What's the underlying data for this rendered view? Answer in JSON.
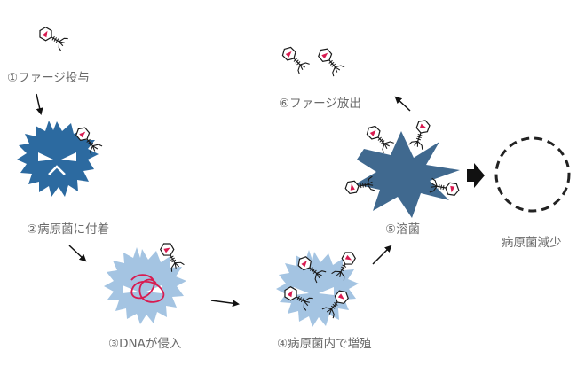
{
  "steps": [
    {
      "id": "step1",
      "label": "①ファージ投与"
    },
    {
      "id": "step2",
      "label": "②病原菌に付着"
    },
    {
      "id": "step3",
      "label": "③DNAが侵入"
    },
    {
      "id": "step4",
      "label": "④病原菌内で増殖"
    },
    {
      "id": "step5",
      "label": "⑤溶菌"
    },
    {
      "id": "step6",
      "label": "⑥ファージ放出"
    }
  ],
  "result_label": "病原菌減少",
  "colors": {
    "bacterium_dark": "#2c6aa0",
    "bacterium_light": "#a4c4e2",
    "lysed_bacterium": "#40698f",
    "phage_core": "#d81b50",
    "arrow": "#111111",
    "label_text": "#6a6a6a"
  }
}
